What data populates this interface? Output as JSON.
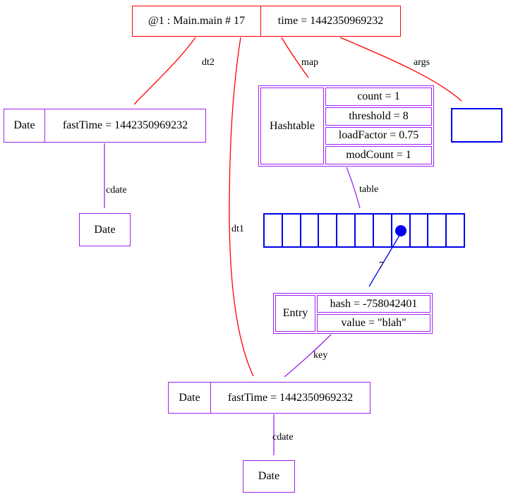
{
  "colors": {
    "red": "#ff0000",
    "purple": "#a020f0",
    "blue": "#0000ee",
    "text": "#000000",
    "background": "#ffffff"
  },
  "nodes": {
    "main": {
      "cells": [
        "@1 : Main.main # 17",
        "time = 1442350969232"
      ]
    },
    "date1": {
      "type_label": "Date",
      "field": "fastTime = 1442350969232"
    },
    "date1_cdate": {
      "label": "Date"
    },
    "hashtable": {
      "type_label": "Hashtable",
      "fields": [
        "count = 1",
        "threshold = 8",
        "loadFactor = 0.75",
        "modCount = 1"
      ]
    },
    "args_box": {
      "label": ""
    },
    "bucket_array": {
      "cell_count": 11,
      "pointer_index": 7
    },
    "entry": {
      "type_label": "Entry",
      "fields": [
        "hash = -758042401",
        "value = \"blah\""
      ]
    },
    "date2": {
      "type_label": "Date",
      "field": "fastTime = 1442350969232"
    },
    "date2_cdate": {
      "label": "Date"
    }
  },
  "edges": {
    "dt2": {
      "label": "dt2",
      "color": "#ff0000"
    },
    "dt1": {
      "label": "dt1",
      "color": "#ff0000"
    },
    "map": {
      "label": "map",
      "color": "#ff0000"
    },
    "args": {
      "label": "args",
      "color": "#ff0000"
    },
    "cdate1": {
      "label": "cdate",
      "color": "#a020f0"
    },
    "table": {
      "label": "table",
      "color": "#a020f0"
    },
    "bucket7": {
      "label": "7",
      "color": "#0000ee"
    },
    "key": {
      "label": "key",
      "color": "#a020f0"
    },
    "cdate2": {
      "label": "cdate",
      "color": "#a020f0"
    }
  }
}
